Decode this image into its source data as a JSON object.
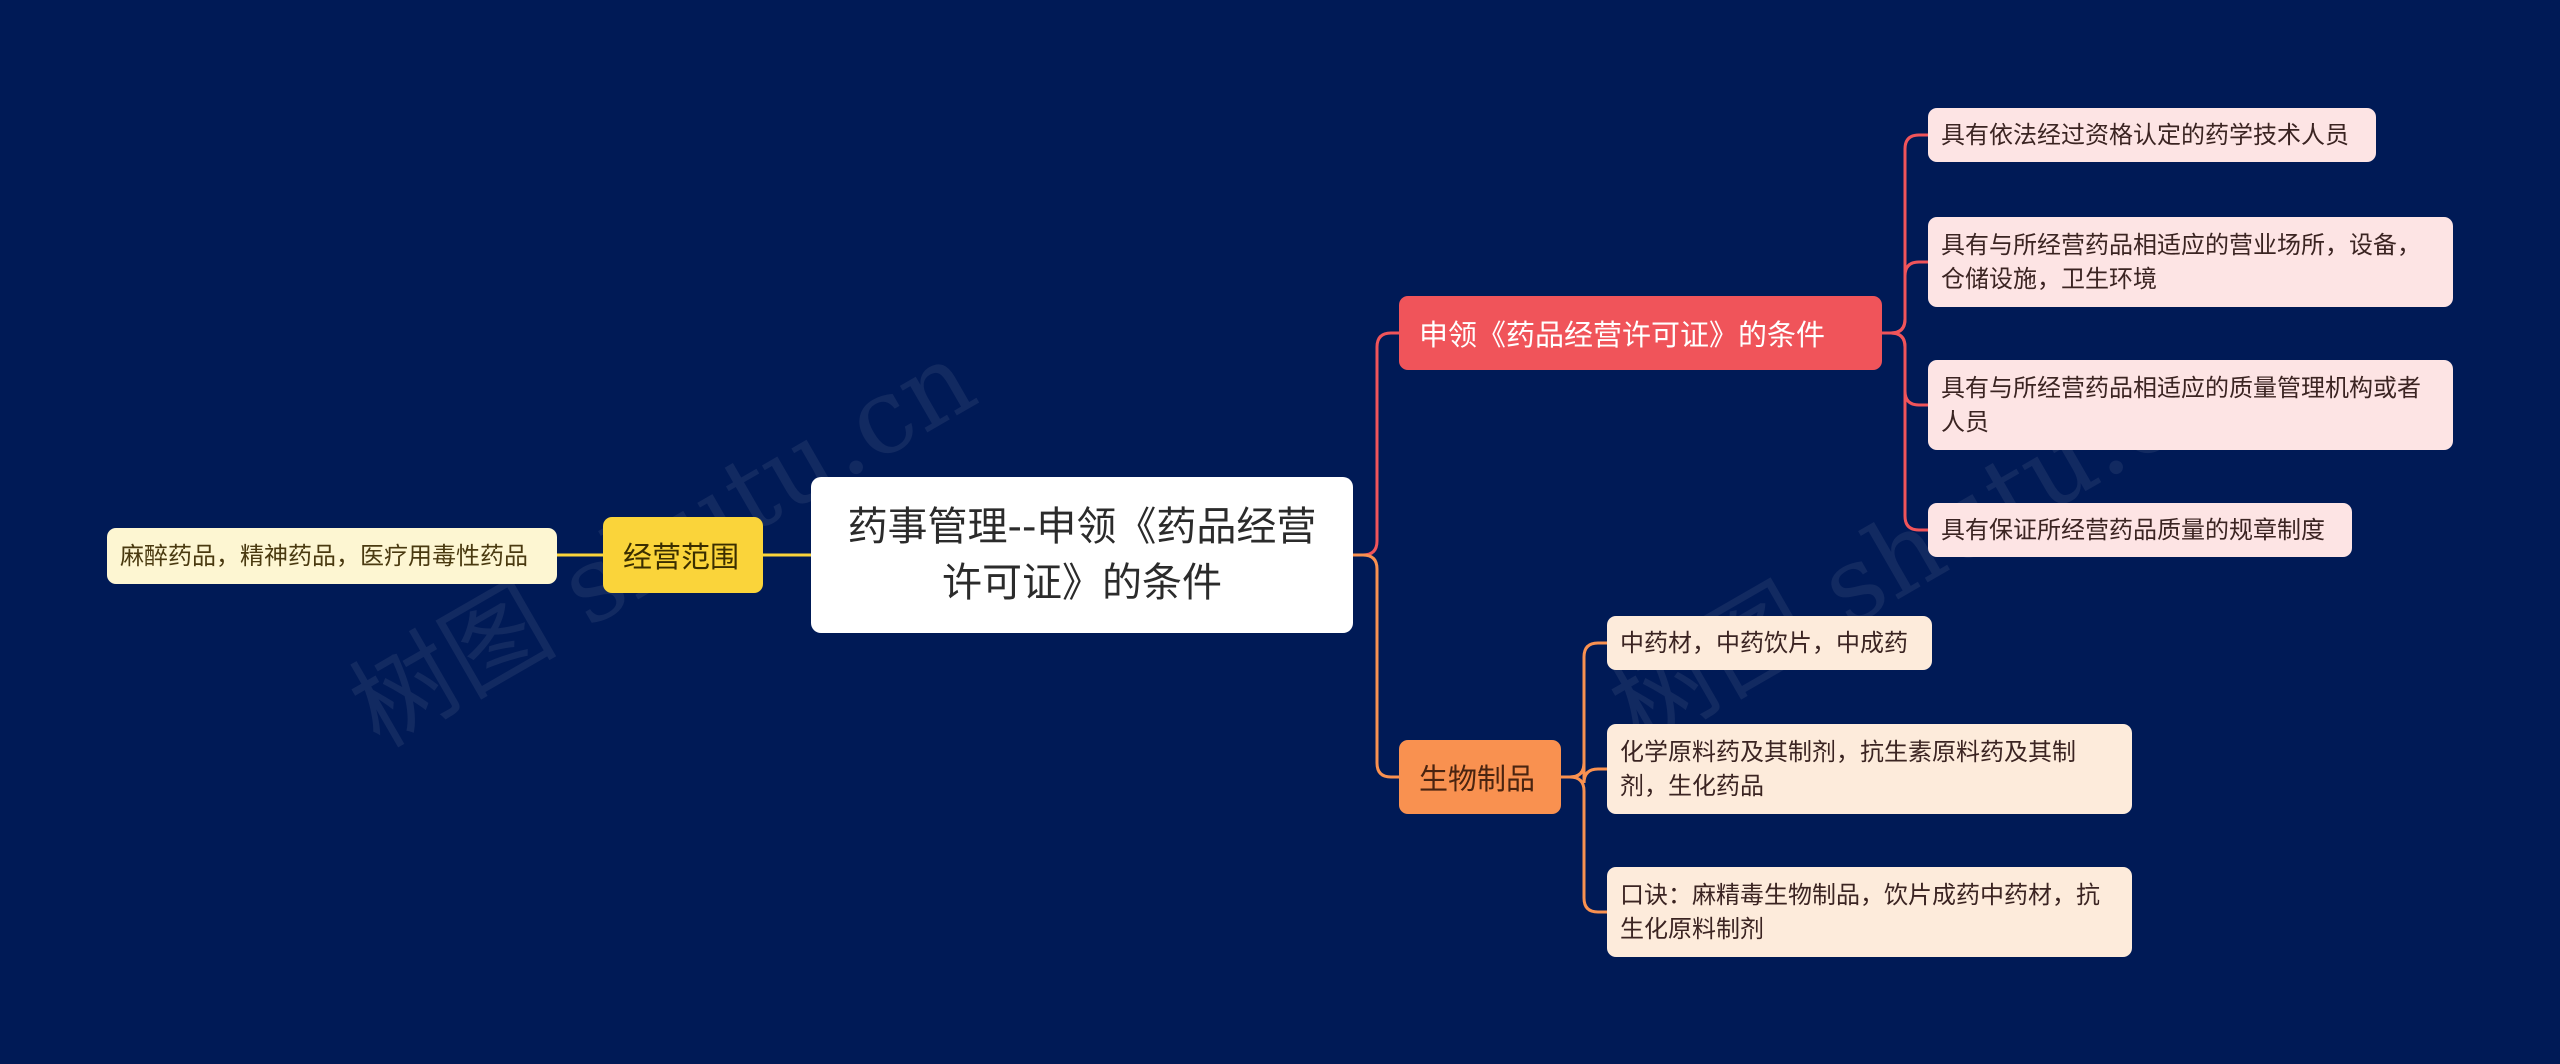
{
  "root": {
    "text": "药事管理--申领《药品经营许可证》的条件"
  },
  "right_branches": [
    {
      "label": "申领《药品经营许可证》的条件",
      "color": "#f0545a",
      "children": [
        "具有依法经过资格认定的药学技术人员",
        "具有与所经营药品相适应的营业场所，设备，仓储设施，卫生环境",
        "具有与所经营药品相适应的质量管理机构或者人员",
        "具有保证所经营药品质量的规章制度"
      ]
    },
    {
      "label": "生物制品",
      "color": "#f99150",
      "children": [
        "中药材，中药饮片，中成药",
        "化学原料药及其制剂，抗生素原料药及其制剂，生化药品",
        "口诀：麻精毒生物制品，饮片成药中药材，抗生化原料制剂"
      ]
    }
  ],
  "left_branches": [
    {
      "label": "经营范围",
      "color": "#fad43a",
      "children": [
        "麻醉药品，精神药品，医疗用毒性药品"
      ]
    }
  ],
  "watermark": "树图 shutu.cn",
  "colors": {
    "background": "#001a56",
    "red": "#f0545a",
    "orange": "#f99150",
    "yellow": "#fad43a"
  }
}
